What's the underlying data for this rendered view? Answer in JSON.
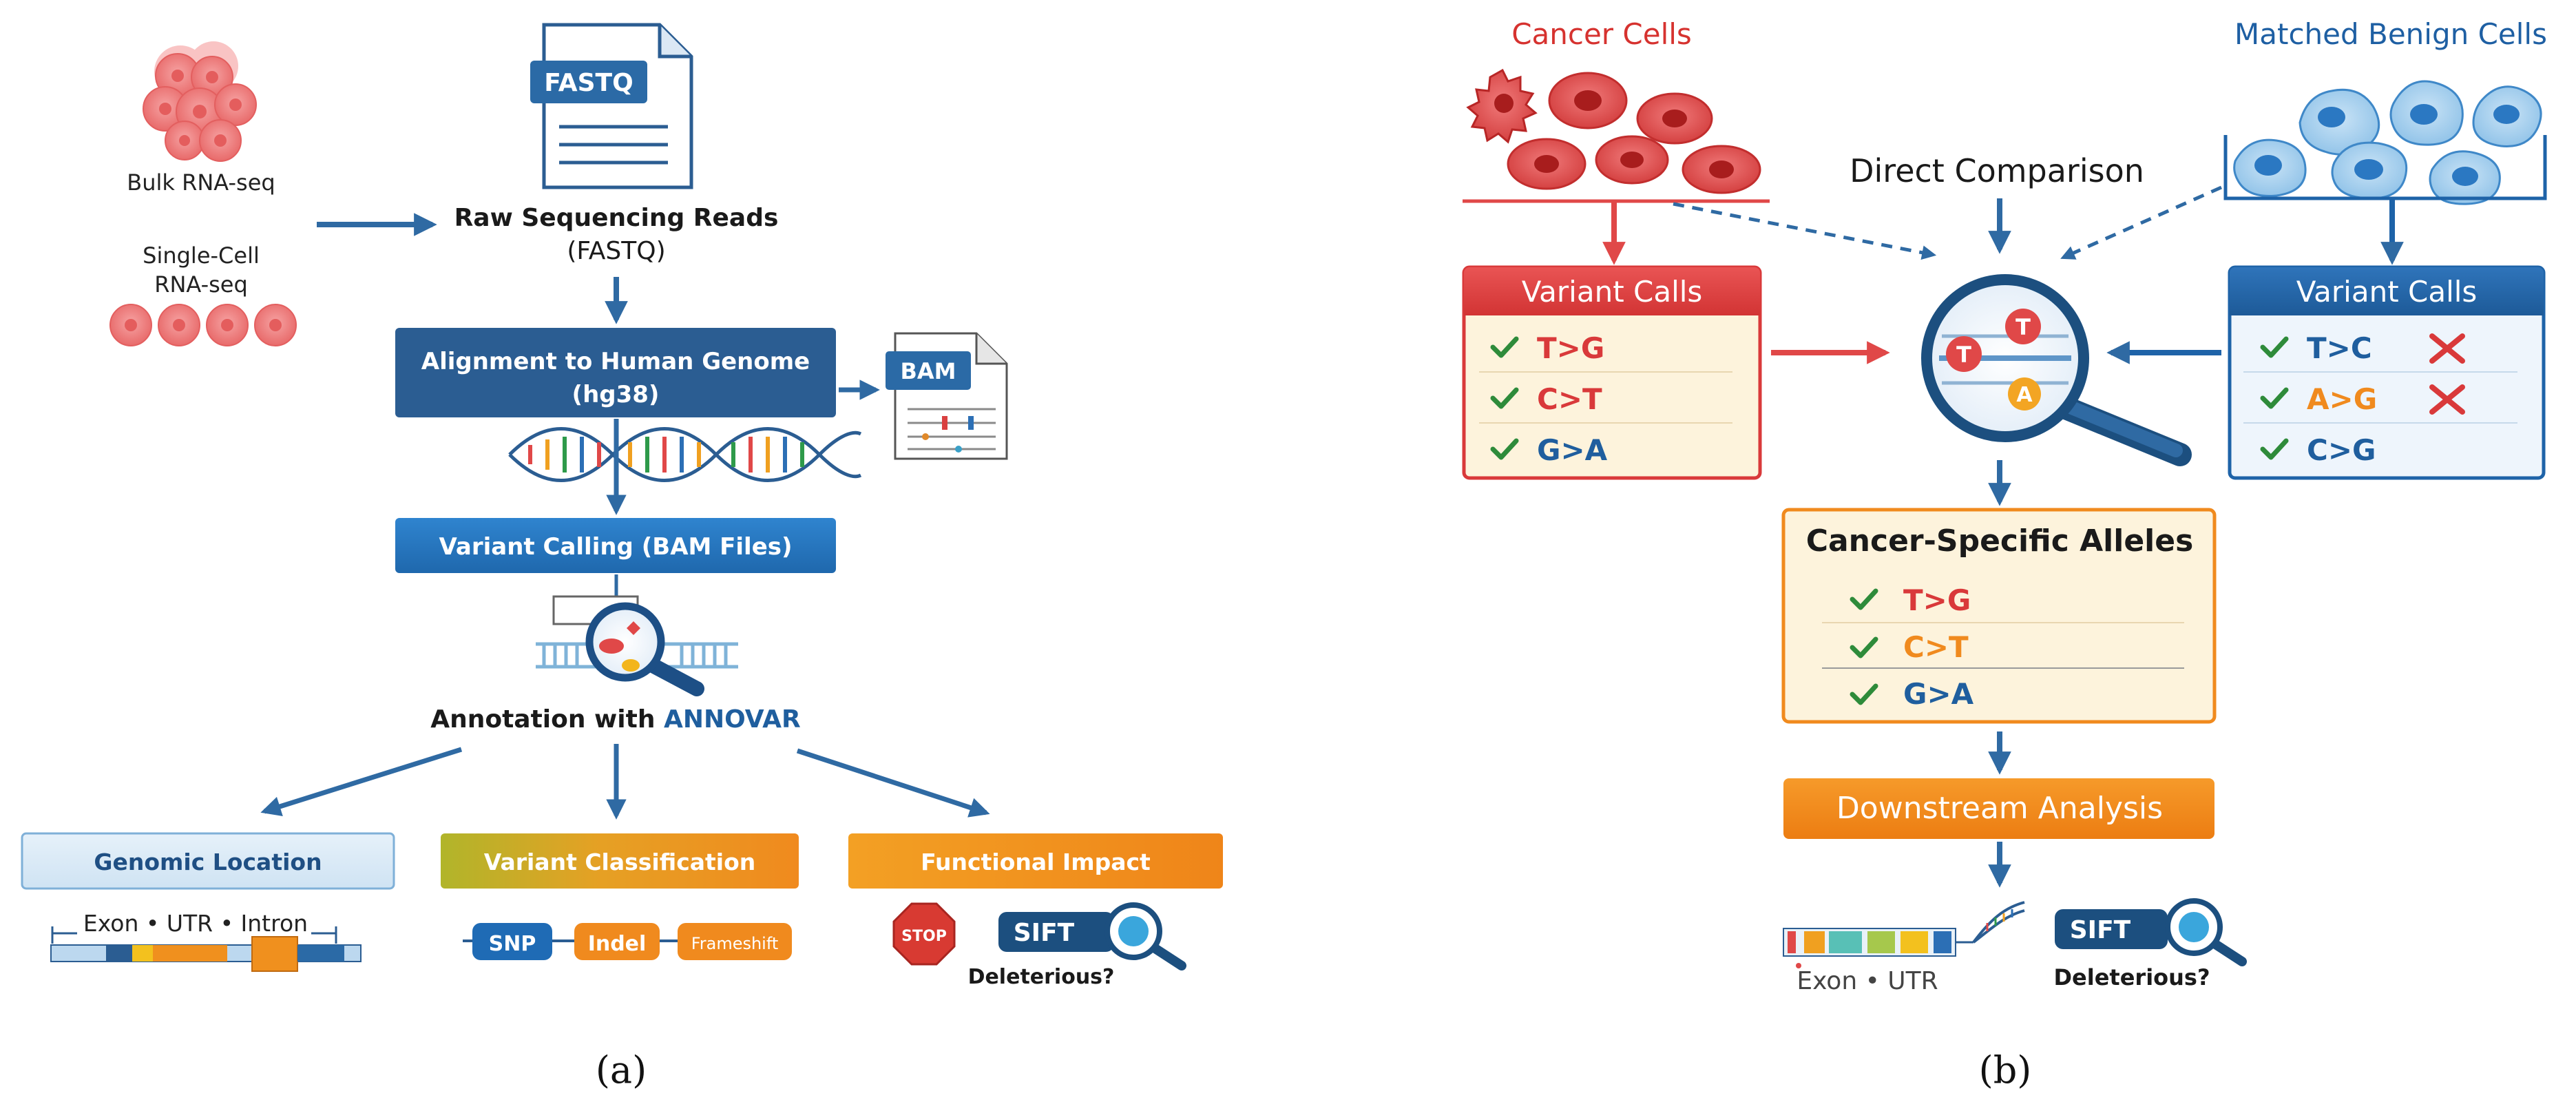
{
  "panel_a": {
    "caption": "(a)",
    "input": {
      "bulk_label": "Bulk RNA-seq",
      "single_cell_label_1": "Single-Cell",
      "single_cell_label_2": "RNA-seq"
    },
    "fastq_icon_label": "FASTQ",
    "raw_reads_title": "Raw Sequencing Reads",
    "raw_reads_sub": "(FASTQ)",
    "alignment_line1": "Alignment to Human Genome",
    "alignment_line2": "(hg38)",
    "bam_icon_label": "BAM",
    "variant_calling": "Variant Calling (BAM Files)",
    "annotation_prefix": "Annotation with ",
    "annotation_tool": "ANNOVAR",
    "genomic_location": {
      "title": "Genomic Location",
      "text": "Exon • UTR • Intron"
    },
    "variant_classification": {
      "title": "Variant Classification",
      "chips": [
        "SNP",
        "Indel",
        "Frameshift"
      ]
    },
    "functional_impact": {
      "title": "Functional Impact",
      "stop_label": "STOP",
      "sift_label": "SIFT",
      "question": "Deleterious?"
    }
  },
  "panel_b": {
    "caption": "(b)",
    "cancer_cells_title": "Cancer Cells",
    "benign_cells_title": "Matched Benign Cells",
    "direct_comparison": "Direct Comparison",
    "cancer_calls": {
      "title": "Variant Calls",
      "items": [
        "T>G",
        "C>T",
        "G>A"
      ]
    },
    "benign_calls": {
      "title": "Variant Calls",
      "items": [
        "T>C",
        "A>G",
        "C>G"
      ],
      "rejected": [
        true,
        true,
        false
      ]
    },
    "magnifier_letters": [
      "T",
      "T",
      "A"
    ],
    "cancer_specific": {
      "title": "Cancer-Specific Alleles",
      "items": [
        "T>G",
        "C>T",
        "G>A"
      ]
    },
    "downstream": "Downstream Analysis",
    "bottom_text": "Exon • UTR",
    "sift_label": "SIFT",
    "question": "Deleterious?"
  },
  "colors": {
    "arrow_blue": "#2f6aa3",
    "box_navy": "#2b5d92",
    "box_blue": "#2d78c0",
    "cancer_red": "#d9393a",
    "benign_blue": "#1e63a8",
    "orange": "#f0861a",
    "check_green": "#2e8b3a",
    "cream": "#fdf3dc"
  }
}
